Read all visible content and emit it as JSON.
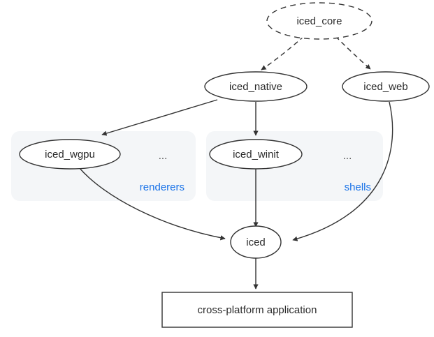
{
  "diagram": {
    "type": "graph",
    "background": "#ffffff",
    "node_stroke": "#333333",
    "node_fill": "#ffffff",
    "edge_color": "#333333",
    "cluster_fill": "#f4f6f8",
    "cluster_label_color": "#1a73e8",
    "text_color": "#2b2b2b"
  },
  "nodes": {
    "iced_core": {
      "label": "iced_core",
      "shape": "ellipse",
      "style": "dashed"
    },
    "iced_native": {
      "label": "iced_native",
      "shape": "ellipse",
      "style": "solid"
    },
    "iced_web": {
      "label": "iced_web",
      "shape": "ellipse",
      "style": "solid"
    },
    "iced_wgpu": {
      "label": "iced_wgpu",
      "shape": "ellipse",
      "style": "solid"
    },
    "renderers_more": {
      "label": "...",
      "shape": "none",
      "style": "none"
    },
    "iced_winit": {
      "label": "iced_winit",
      "shape": "ellipse",
      "style": "solid"
    },
    "shells_more": {
      "label": "...",
      "shape": "none",
      "style": "none"
    },
    "iced": {
      "label": "iced",
      "shape": "ellipse",
      "style": "solid"
    },
    "application": {
      "label": "cross-platform application",
      "shape": "rect",
      "style": "solid"
    }
  },
  "clusters": {
    "renderers": {
      "label": "renderers"
    },
    "shells": {
      "label": "shells"
    }
  },
  "edges": [
    {
      "from": "iced_core",
      "to": "iced_native",
      "style": "dashed"
    },
    {
      "from": "iced_core",
      "to": "iced_web",
      "style": "dashed"
    },
    {
      "from": "iced_native",
      "to": "iced_wgpu",
      "style": "solid"
    },
    {
      "from": "iced_native",
      "to": "iced_winit",
      "style": "solid"
    },
    {
      "from": "iced_wgpu",
      "to": "iced",
      "style": "solid"
    },
    {
      "from": "iced_winit",
      "to": "iced",
      "style": "solid"
    },
    {
      "from": "iced_web",
      "to": "iced",
      "style": "solid"
    },
    {
      "from": "iced",
      "to": "application",
      "style": "solid"
    }
  ]
}
